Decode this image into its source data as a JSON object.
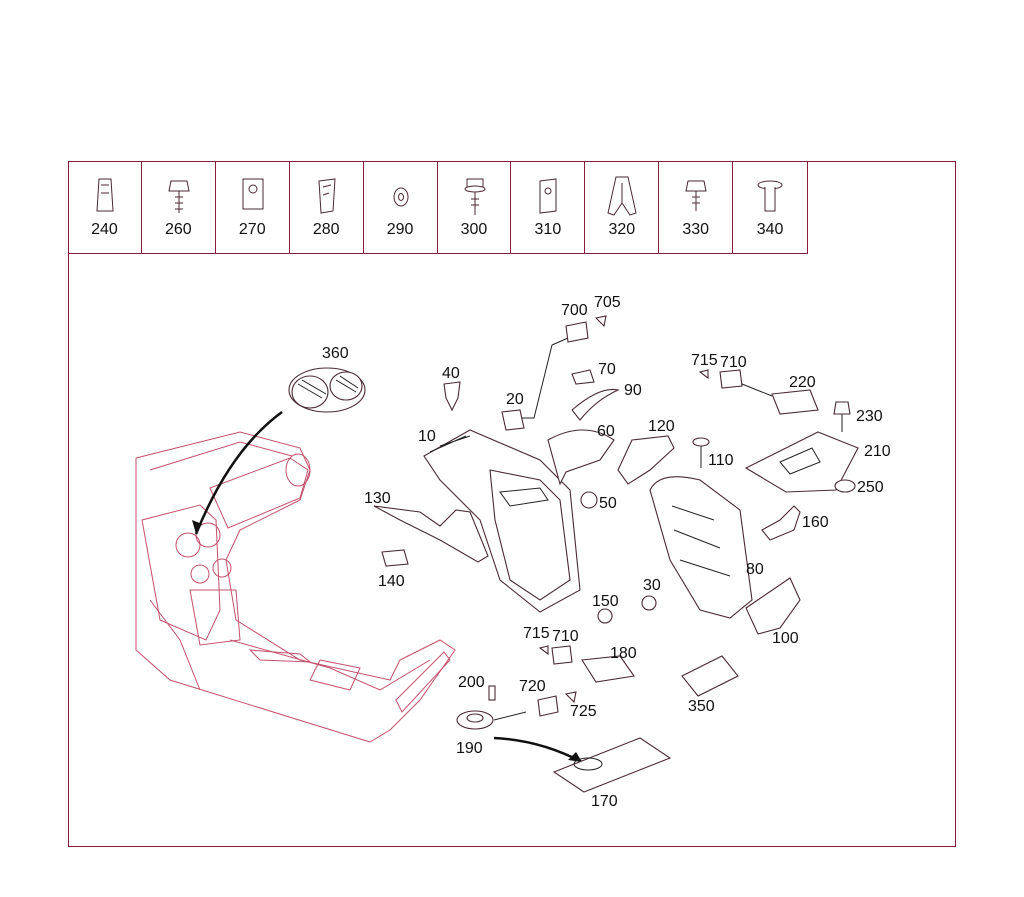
{
  "strip_parts": [
    {
      "num": "240",
      "icon": "clip-icon"
    },
    {
      "num": "260",
      "icon": "bolt-icon"
    },
    {
      "num": "270",
      "icon": "clip-nut-icon"
    },
    {
      "num": "280",
      "icon": "spring-clip-icon"
    },
    {
      "num": "290",
      "icon": "washer-icon"
    },
    {
      "num": "300",
      "icon": "screw-washer-icon"
    },
    {
      "num": "310",
      "icon": "clip-nut-icon"
    },
    {
      "num": "320",
      "icon": "expanding-clip-icon"
    },
    {
      "num": "330",
      "icon": "bolt-icon"
    },
    {
      "num": "340",
      "icon": "rivet-icon"
    }
  ],
  "callouts": {
    "c10": "10",
    "c20": "20",
    "c30": "30",
    "c40": "40",
    "c50": "50",
    "c60": "60",
    "c70": "70",
    "c80": "80",
    "c90": "90",
    "c100": "100",
    "c110": "110",
    "c120": "120",
    "c130": "130",
    "c140": "140",
    "c150": "150",
    "c160": "160",
    "c170": "170",
    "c180": "180",
    "c190": "190",
    "c200": "200",
    "c210": "210",
    "c220": "220",
    "c230": "230",
    "c250": "250",
    "c350": "350",
    "c360": "360",
    "c700": "700",
    "c705": "705",
    "c710a": "710",
    "c715a": "715",
    "c710b": "710",
    "c715b": "715",
    "c720": "720",
    "c725": "725"
  },
  "colors": {
    "frame": "#8a1a3a",
    "context_line": "#c4506b",
    "part_line": "#4a2a32"
  }
}
